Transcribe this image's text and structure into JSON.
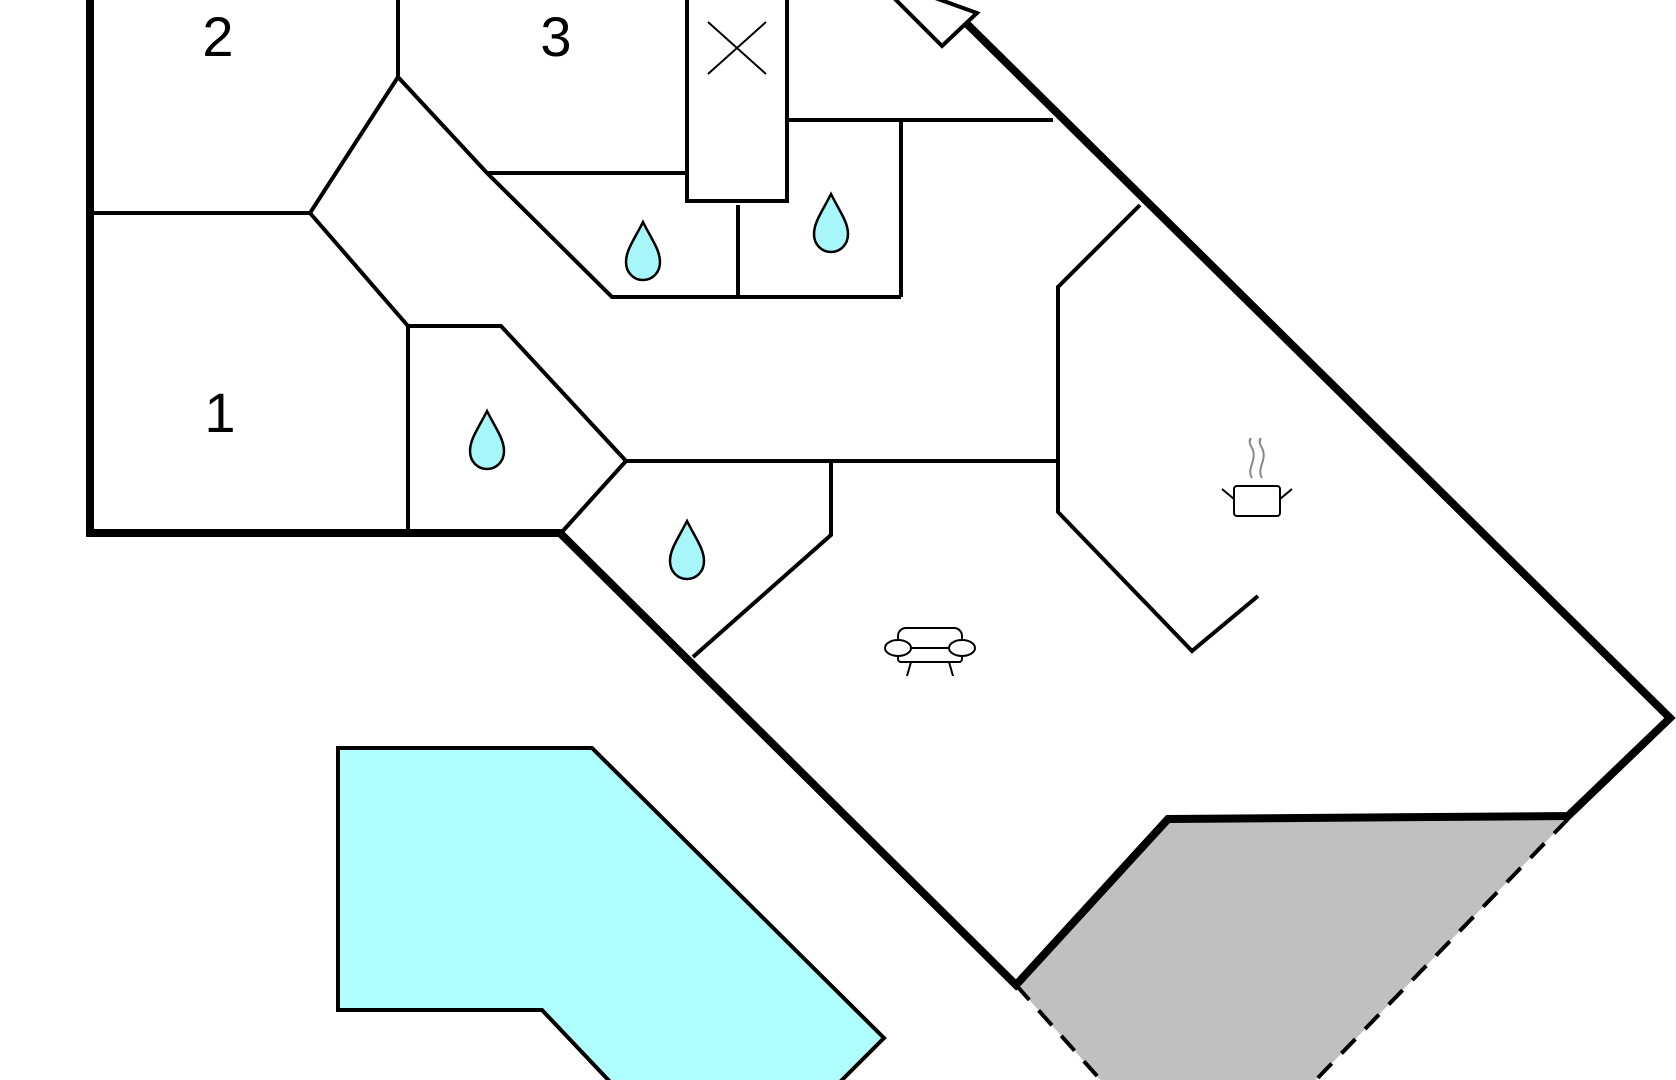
{
  "floorplan": {
    "rooms": [
      {
        "id": "bedroom-1",
        "label": "1"
      },
      {
        "id": "bedroom-2",
        "label": "2"
      },
      {
        "id": "bedroom-3",
        "label": "3"
      }
    ],
    "icons": {
      "bathroom": "water-drop-icon",
      "living": "sofa-icon",
      "kitchen": "cooking-pot-icon",
      "stair_or_void": "cross-icon"
    },
    "colors": {
      "pool": "#b0ffff",
      "terrace": "#c0c0c0",
      "drop": "#a6f6fa",
      "walls": "#000000",
      "background": "#ffffff"
    }
  }
}
